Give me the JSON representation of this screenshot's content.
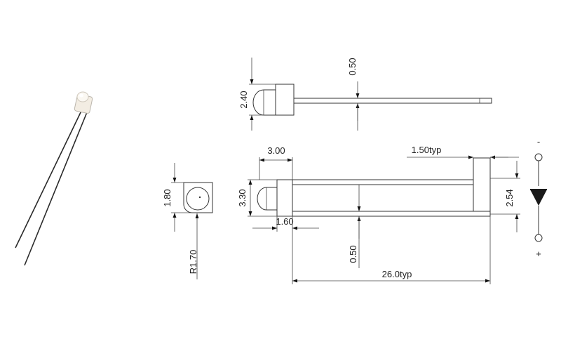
{
  "colors": {
    "line": "#333333",
    "led_lens": "#f3ede3",
    "lead": "#2a2a2a",
    "diode": "#1a1a1a"
  },
  "photo": {
    "icon": "led-photo-icon"
  },
  "dimensions": {
    "top_lead_thickness": "0.50",
    "top_height": "2.40",
    "front_width": "1.80",
    "bend_radius": "R1.70",
    "body_length": "3.00",
    "body_height": "3.30",
    "lead_offset": "1.60",
    "lead_thickness": "0.50",
    "tip_length": "1.50typ",
    "lead_pitch": "2.54",
    "lead_length": "26.0typ"
  },
  "schematic": {
    "symbol": "diode-symbol-icon",
    "anode_label": "-",
    "cathode_label": "+"
  }
}
